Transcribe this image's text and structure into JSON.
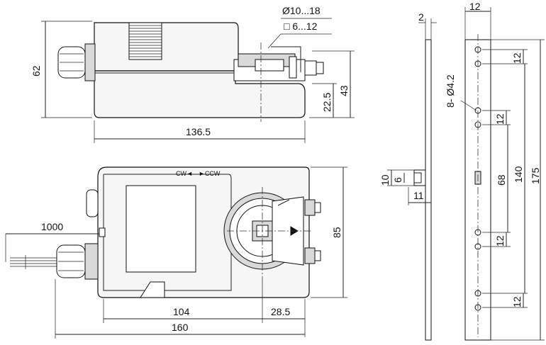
{
  "top_view": {
    "clamp_round": "Ø10...18",
    "clamp_square": "□ 6...12",
    "dim_height": "62",
    "dim_length": "136.5",
    "dim_43": "43",
    "dim_22_5": "22.5"
  },
  "front_view": {
    "rotation_cw": "CW◄",
    "rotation_ccw": "►CCW",
    "dim_cable": "1000",
    "dim_width": "85",
    "dim_104": "104",
    "dim_28_5": "28.5",
    "dim_total": "160"
  },
  "bracket_side": {
    "dim_thickness": "2",
    "dim_10": "10",
    "dim_6": "6",
    "dim_11": "11"
  },
  "bracket_front": {
    "dim_width": "12",
    "holes": "8- Ø4.2",
    "dim_12_a": "12",
    "dim_12_b": "12",
    "dim_12_c": "12",
    "dim_12_d": "12",
    "dim_68": "68",
    "dim_140": "140",
    "dim_175": "175"
  }
}
